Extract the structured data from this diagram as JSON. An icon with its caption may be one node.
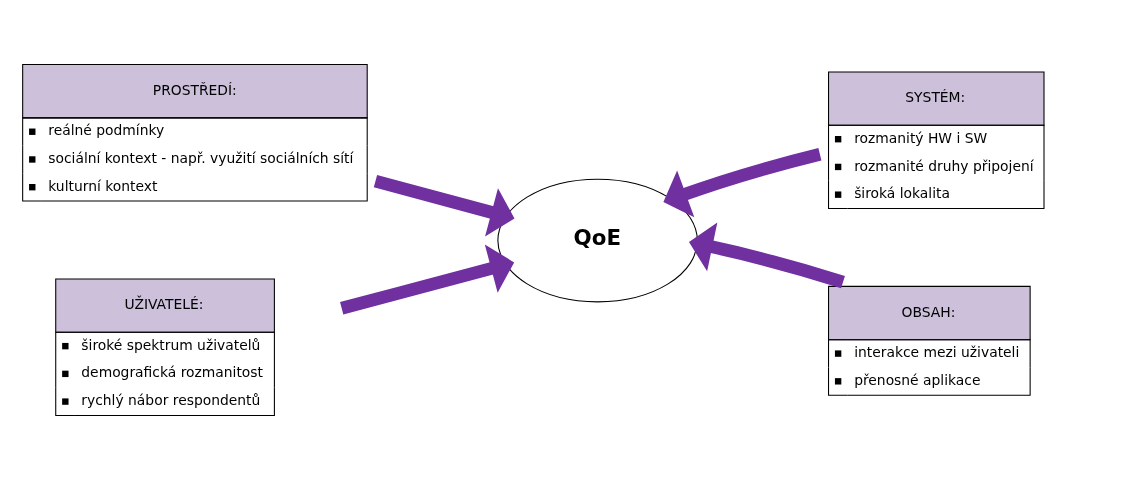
{
  "diagram": {
    "nodes": [
      {
        "text": [
          "PROSTŘEDÍ:",
          "reálné podmínky",
          "sociální kontext - např. využití sociálních sítí",
          "kulturní kontext"
        ]
      },
      {
        "text": [
          "SYSTÉM:",
          "rozmanitý HW i SW",
          "rozmanité druhy připojení",
          "široká lokalita"
        ]
      },
      {
        "text": [
          "QoE"
        ]
      },
      {
        "text": [
          "UŽIVATELÉ:",
          "široké spektrum uživatelů",
          "demografická rozmanitost",
          "rychlý nábor respondentů"
        ]
      },
      {
        "text": [
          "OBSAH:",
          "interakce mezi uživateli",
          "přenosné aplikace"
        ]
      }
    ],
    "edges": [
      {
        "from": 0,
        "to": 2,
        "arrow": "to"
      },
      {
        "from": 1,
        "to": 2,
        "arrow": "to"
      },
      {
        "from": 3,
        "to": 2,
        "arrow": "to"
      },
      {
        "from": 4,
        "to": 2,
        "arrow": "to"
      }
    ]
  }
}
